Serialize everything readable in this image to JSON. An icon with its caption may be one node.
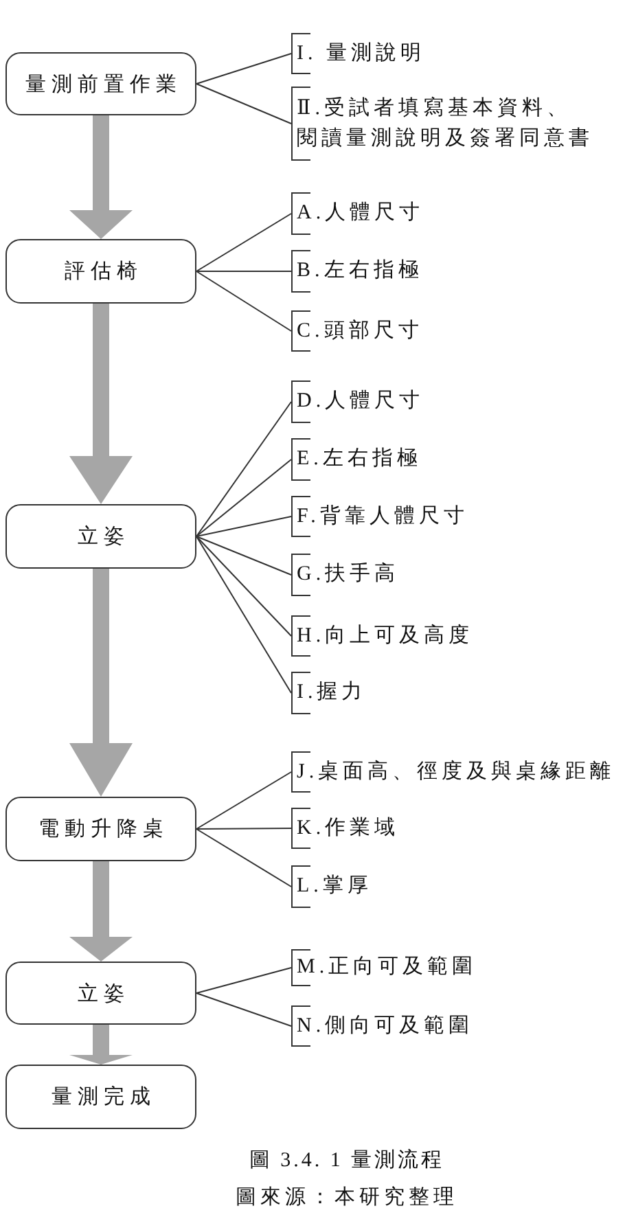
{
  "diagram": {
    "caption": "圖 3.4. 1 量測流程",
    "nodes": [
      {
        "text": [
          "量測前置作業"
        ]
      },
      {
        "text": [
          "I. 量測說明"
        ]
      },
      {
        "text": [
          "Ⅱ.受試者填寫基本資料、閱讀量測說明及簽署同意書"
        ]
      },
      {
        "text": [
          "評估椅"
        ]
      },
      {
        "text": [
          "A.人體尺寸"
        ]
      },
      {
        "text": [
          "B.左右指極"
        ]
      },
      {
        "text": [
          "C.頭部尺寸"
        ]
      },
      {
        "text": [
          "立姿"
        ]
      },
      {
        "text": [
          "D.人體尺寸"
        ]
      },
      {
        "text": [
          "E.左右指極"
        ]
      },
      {
        "text": [
          "F.背靠人體尺寸"
        ]
      },
      {
        "text": [
          "G.扶手高"
        ]
      },
      {
        "text": [
          "H.向上可及高度"
        ]
      },
      {
        "text": [
          "I.握力"
        ]
      },
      {
        "text": [
          "電動升降桌"
        ]
      },
      {
        "text": [
          "J.桌面高、徑度及與桌緣距離"
        ]
      },
      {
        "text": [
          "K.作業域"
        ]
      },
      {
        "text": [
          "L.掌厚"
        ]
      },
      {
        "text": [
          "立姿"
        ]
      },
      {
        "text": [
          "M.正向可及範圍"
        ]
      },
      {
        "text": [
          "N.側向可及範圍"
        ]
      },
      {
        "text": [
          "量測完成"
        ]
      }
    ],
    "edges": [
      {
        "from": 0,
        "to": 1,
        "arrow": "none"
      },
      {
        "from": 0,
        "to": 2,
        "arrow": "none"
      },
      {
        "from": 0,
        "to": 3,
        "arrow": "to",
        "style": "thick",
        "color": "#a6a6a6"
      },
      {
        "from": 3,
        "to": 4,
        "arrow": "none"
      },
      {
        "from": 3,
        "to": 5,
        "arrow": "none"
      },
      {
        "from": 3,
        "to": 6,
        "arrow": "none"
      },
      {
        "from": 3,
        "to": 7,
        "arrow": "to",
        "style": "thick",
        "color": "#a6a6a6"
      },
      {
        "from": 7,
        "to": 8,
        "arrow": "none"
      },
      {
        "from": 7,
        "to": 9,
        "arrow": "none"
      },
      {
        "from": 7,
        "to": 10,
        "arrow": "none"
      },
      {
        "from": 7,
        "to": 11,
        "arrow": "none"
      },
      {
        "from": 7,
        "to": 12,
        "arrow": "none"
      },
      {
        "from": 7,
        "to": 13,
        "arrow": "none"
      },
      {
        "from": 7,
        "to": 14,
        "arrow": "to",
        "style": "thick",
        "color": "#a6a6a6"
      },
      {
        "from": 14,
        "to": 15,
        "arrow": "none"
      },
      {
        "from": 14,
        "to": 16,
        "arrow": "none"
      },
      {
        "from": 14,
        "to": 17,
        "arrow": "none"
      },
      {
        "from": 14,
        "to": 18,
        "arrow": "to",
        "style": "thick",
        "color": "#a6a6a6"
      },
      {
        "from": 18,
        "to": 19,
        "arrow": "none"
      },
      {
        "from": 18,
        "to": 20,
        "arrow": "none"
      },
      {
        "from": 18,
        "to": 21,
        "arrow": "to",
        "style": "thick",
        "color": "#a6a6a6"
      }
    ],
    "labels": [
      "圖來源：本研究整理"
    ]
  }
}
